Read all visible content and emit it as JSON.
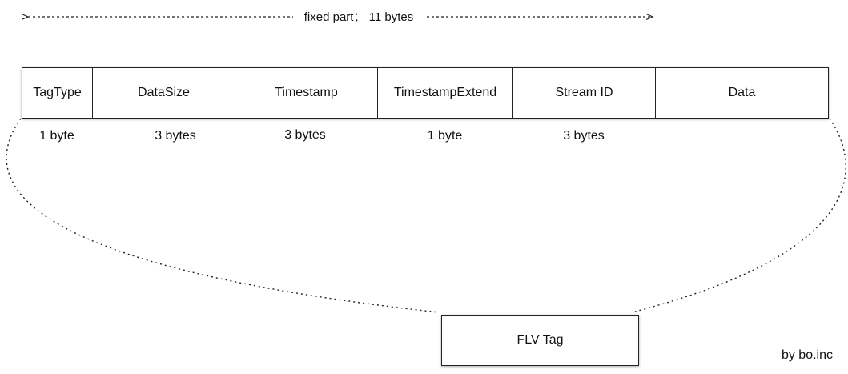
{
  "span_label": "fixed part： 11 bytes",
  "fields": [
    {
      "name": "TagType",
      "size": "1 byte"
    },
    {
      "name": "DataSize",
      "size": "3 bytes"
    },
    {
      "name": "Timestamp",
      "size": "3 bytes"
    },
    {
      "name": "TimestampExtend",
      "size": "1 byte"
    },
    {
      "name": "Stream ID",
      "size": "3 bytes"
    },
    {
      "name": "Data",
      "size": ""
    }
  ],
  "container_label": "FLV Tag",
  "credit": "by bo.inc"
}
